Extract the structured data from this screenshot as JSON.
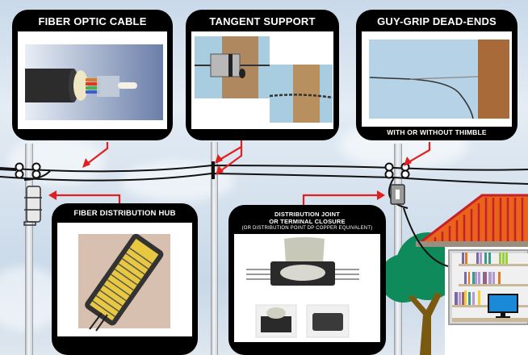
{
  "panels": {
    "fiber_optic_cable": {
      "title": "FIBER OPTIC CABLE"
    },
    "tangent_support": {
      "title": "TANGENT SUPPORT"
    },
    "guy_grip": {
      "title": "GUY-GRIP DEAD-ENDS",
      "caption": "WITH OR WITHOUT THIMBLE"
    },
    "fiber_hub": {
      "title": "FIBER DISTRIBUTION HUB"
    },
    "distribution_joint": {
      "title_line1": "DISTRIBUTION JOINT",
      "title_line2": "OR TERMINAL CLOSURE",
      "subtitle": "(OR DISTRIBUTION POINT DP COPPER EQUIVALENT)"
    }
  },
  "colors": {
    "arrow": "#e02020",
    "panel": "#000000",
    "roof": "#e8641a",
    "roof_stripe": "#c8202a",
    "tree": "#0f8a5a",
    "trunk": "#7a5a10"
  }
}
